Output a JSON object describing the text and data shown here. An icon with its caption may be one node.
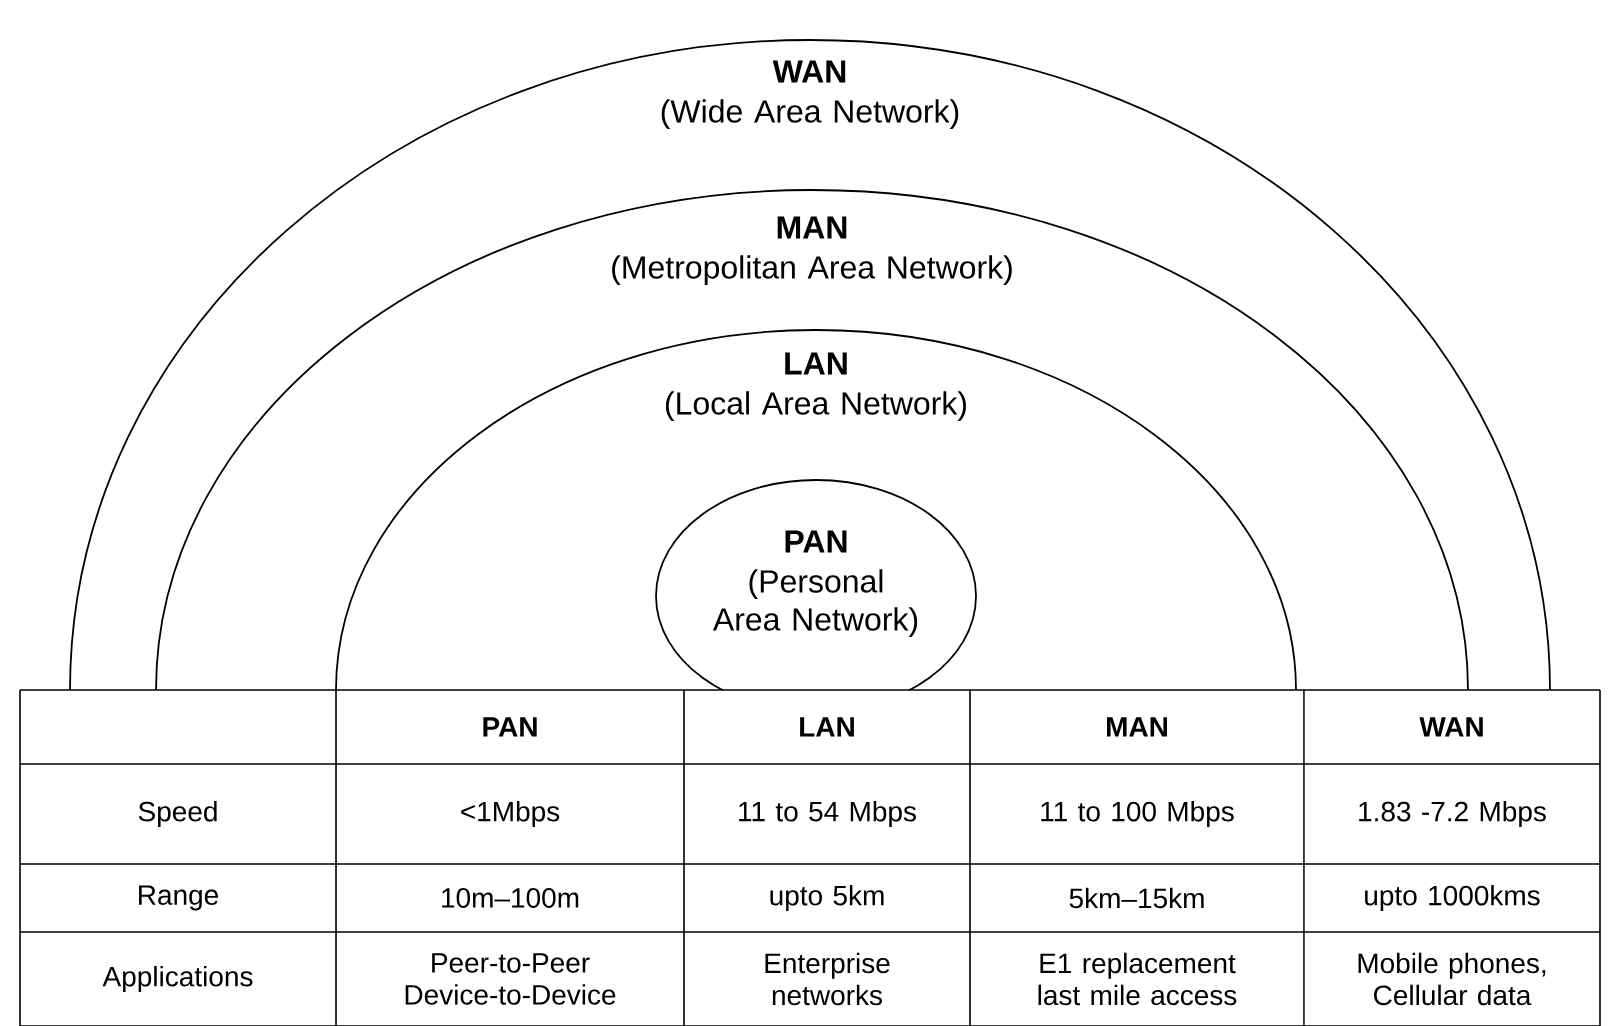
{
  "diagram": {
    "nodes": [
      {
        "text": [
          "WAN",
          "(Wide Area Network)"
        ]
      },
      {
        "text": [
          "MAN",
          "(Metropolitan Area Network)"
        ],
        "in": 0
      },
      {
        "text": [
          "LAN",
          "(Local Area Network)"
        ],
        "in": 1
      },
      {
        "text": [
          "PAN",
          "(Personal Area Network)"
        ],
        "in": 2
      }
    ],
    "labels": [
      "PAN",
      "LAN",
      "MAN",
      "WAN",
      "Speed",
      "<1Mbps",
      "11 to 54 Mbps",
      "11 to 100 Mbps",
      "1.83 -7.2 Mbps",
      "Range",
      "10m–100m",
      "upto 5km",
      "5km–15km",
      "upto 1000kms",
      "Applications",
      "Peer-to-Peer Device-to-Device",
      "Enterprise networks",
      "E1 replacement last mile access",
      "Mobile phones, Cellular data"
    ]
  }
}
